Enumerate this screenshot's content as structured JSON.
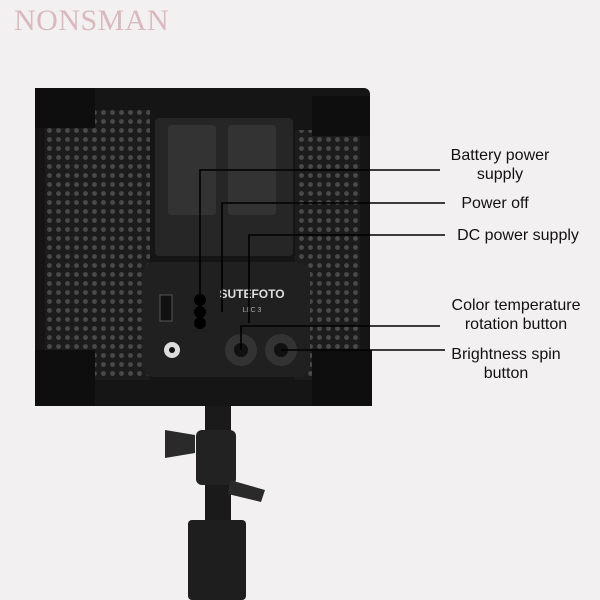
{
  "watermark": "NONSMAN",
  "product": {
    "brand_text": "SUTEFOTO",
    "model_text": "L8C 3"
  },
  "callouts": [
    {
      "id": "battery",
      "label": "Battery power supply"
    },
    {
      "id": "power-off",
      "label": "Power off"
    },
    {
      "id": "dc",
      "label": "DC power supply"
    },
    {
      "id": "color-temp",
      "label": "Color temperature rotation button"
    },
    {
      "id": "brightness",
      "label": "Brightness spin button"
    }
  ]
}
